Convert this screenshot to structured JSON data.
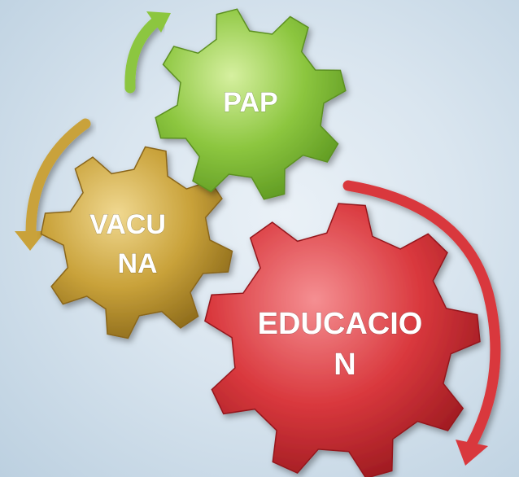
{
  "gears": [
    {
      "id": "pap",
      "lines": [
        "PAP"
      ],
      "color": "#8cc63f",
      "light": "#c8e88f",
      "dark": "#5f9a22"
    },
    {
      "id": "vacuna",
      "lines": [
        "VACU",
        "NA"
      ],
      "color": "#c9a23a",
      "light": "#e8cf83",
      "dark": "#94701e"
    },
    {
      "id": "educacion",
      "lines": [
        "EDUCACIO",
        "N"
      ],
      "color": "#d9383d",
      "light": "#f07a7d",
      "dark": "#a51e24"
    }
  ],
  "arrows": [
    {
      "id": "green",
      "color": "#8cc63f"
    },
    {
      "id": "gold",
      "color": "#c9a23a"
    },
    {
      "id": "red",
      "color": "#d9383d"
    }
  ]
}
